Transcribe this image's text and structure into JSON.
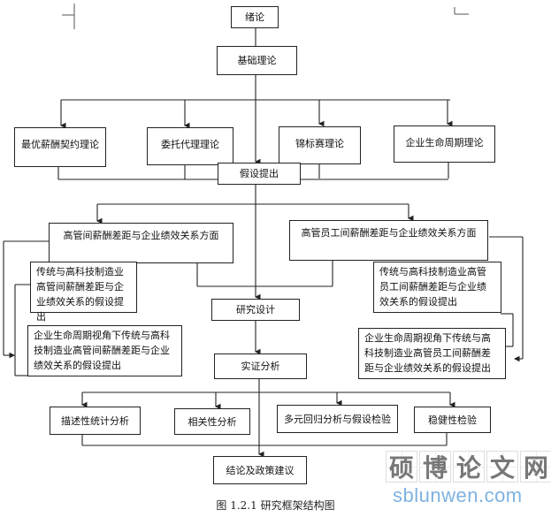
{
  "nodes": {
    "intro": "绪论",
    "basic_theory": "基础理论",
    "theories": [
      "最优薪酬契约理论",
      "委托代理理论",
      "锦标赛理论",
      "企业生命周期理论"
    ],
    "hypothesis": "假设提出",
    "left_aspect": "高管间薪酬差距与企业绩效关系方面",
    "right_aspect": "高管员工间薪酬差距与企业绩效关系方面",
    "left_sub": [
      "传统与高科技制造业高管间薪酬差距与企业绩效关系的假设提出",
      "企业生命周期视角下传统与高科技制造业高管间薪酬差距与企业绩效关系的假设提出"
    ],
    "right_sub": [
      "传统与高科技制造业高管员工间薪酬差距与企业绩效关系的假设提出",
      "企业生命周期视角下传统与高科技制造业高管员工间薪酬差距与企业绩效关系的假设提出"
    ],
    "research_design": "研究设计",
    "empirical": "实证分析",
    "analyses": [
      "描述性统计分析",
      "相关性分析",
      "多元回归分析与假设检验",
      "稳健性检验"
    ],
    "conclusion": "结论及政策建议"
  },
  "caption": "图 1.2.1   研究框架结构图",
  "watermark": {
    "chars": [
      "硕",
      "博",
      "论",
      "文",
      "网"
    ],
    "url": "sblunwen.com"
  }
}
